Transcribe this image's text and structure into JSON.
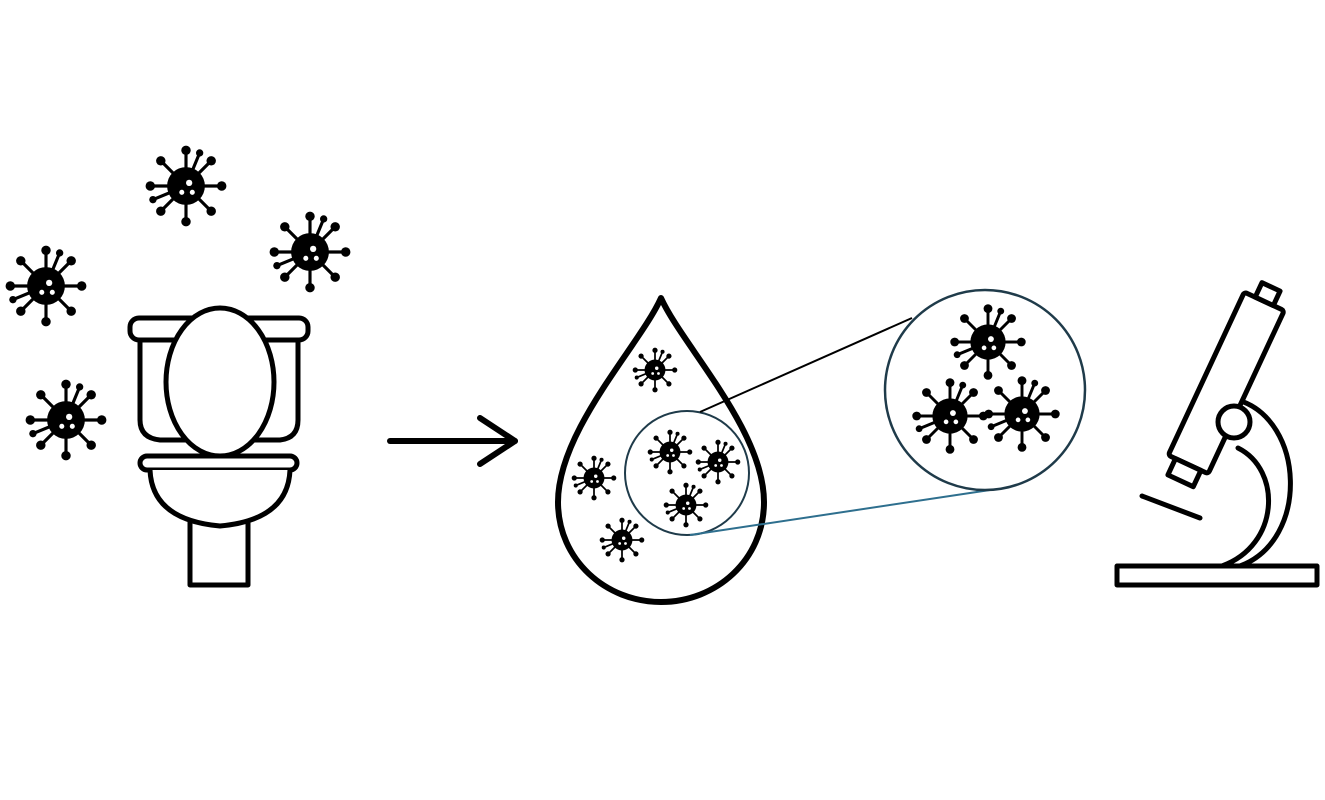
{
  "colors": {
    "ink": "#000000",
    "background": "#ffffff",
    "magnifier_ring": "#1f3b4a",
    "magnifier_lower_line": "#2e6f8e"
  },
  "stages": [
    {
      "id": "toilet",
      "icon": "toilet-icon"
    },
    {
      "id": "flow-arrow",
      "icon": "arrow-right-icon"
    },
    {
      "id": "water-droplet",
      "icon": "water-drop-icon"
    },
    {
      "id": "magnified-view",
      "icon": "magnifier-circle-icon"
    },
    {
      "id": "microscope",
      "icon": "microscope-icon"
    }
  ],
  "virus_icon": "virus-icon",
  "virus_groups": {
    "airborne_near_toilet": 4,
    "inside_droplet": 6,
    "magnified": 3
  }
}
